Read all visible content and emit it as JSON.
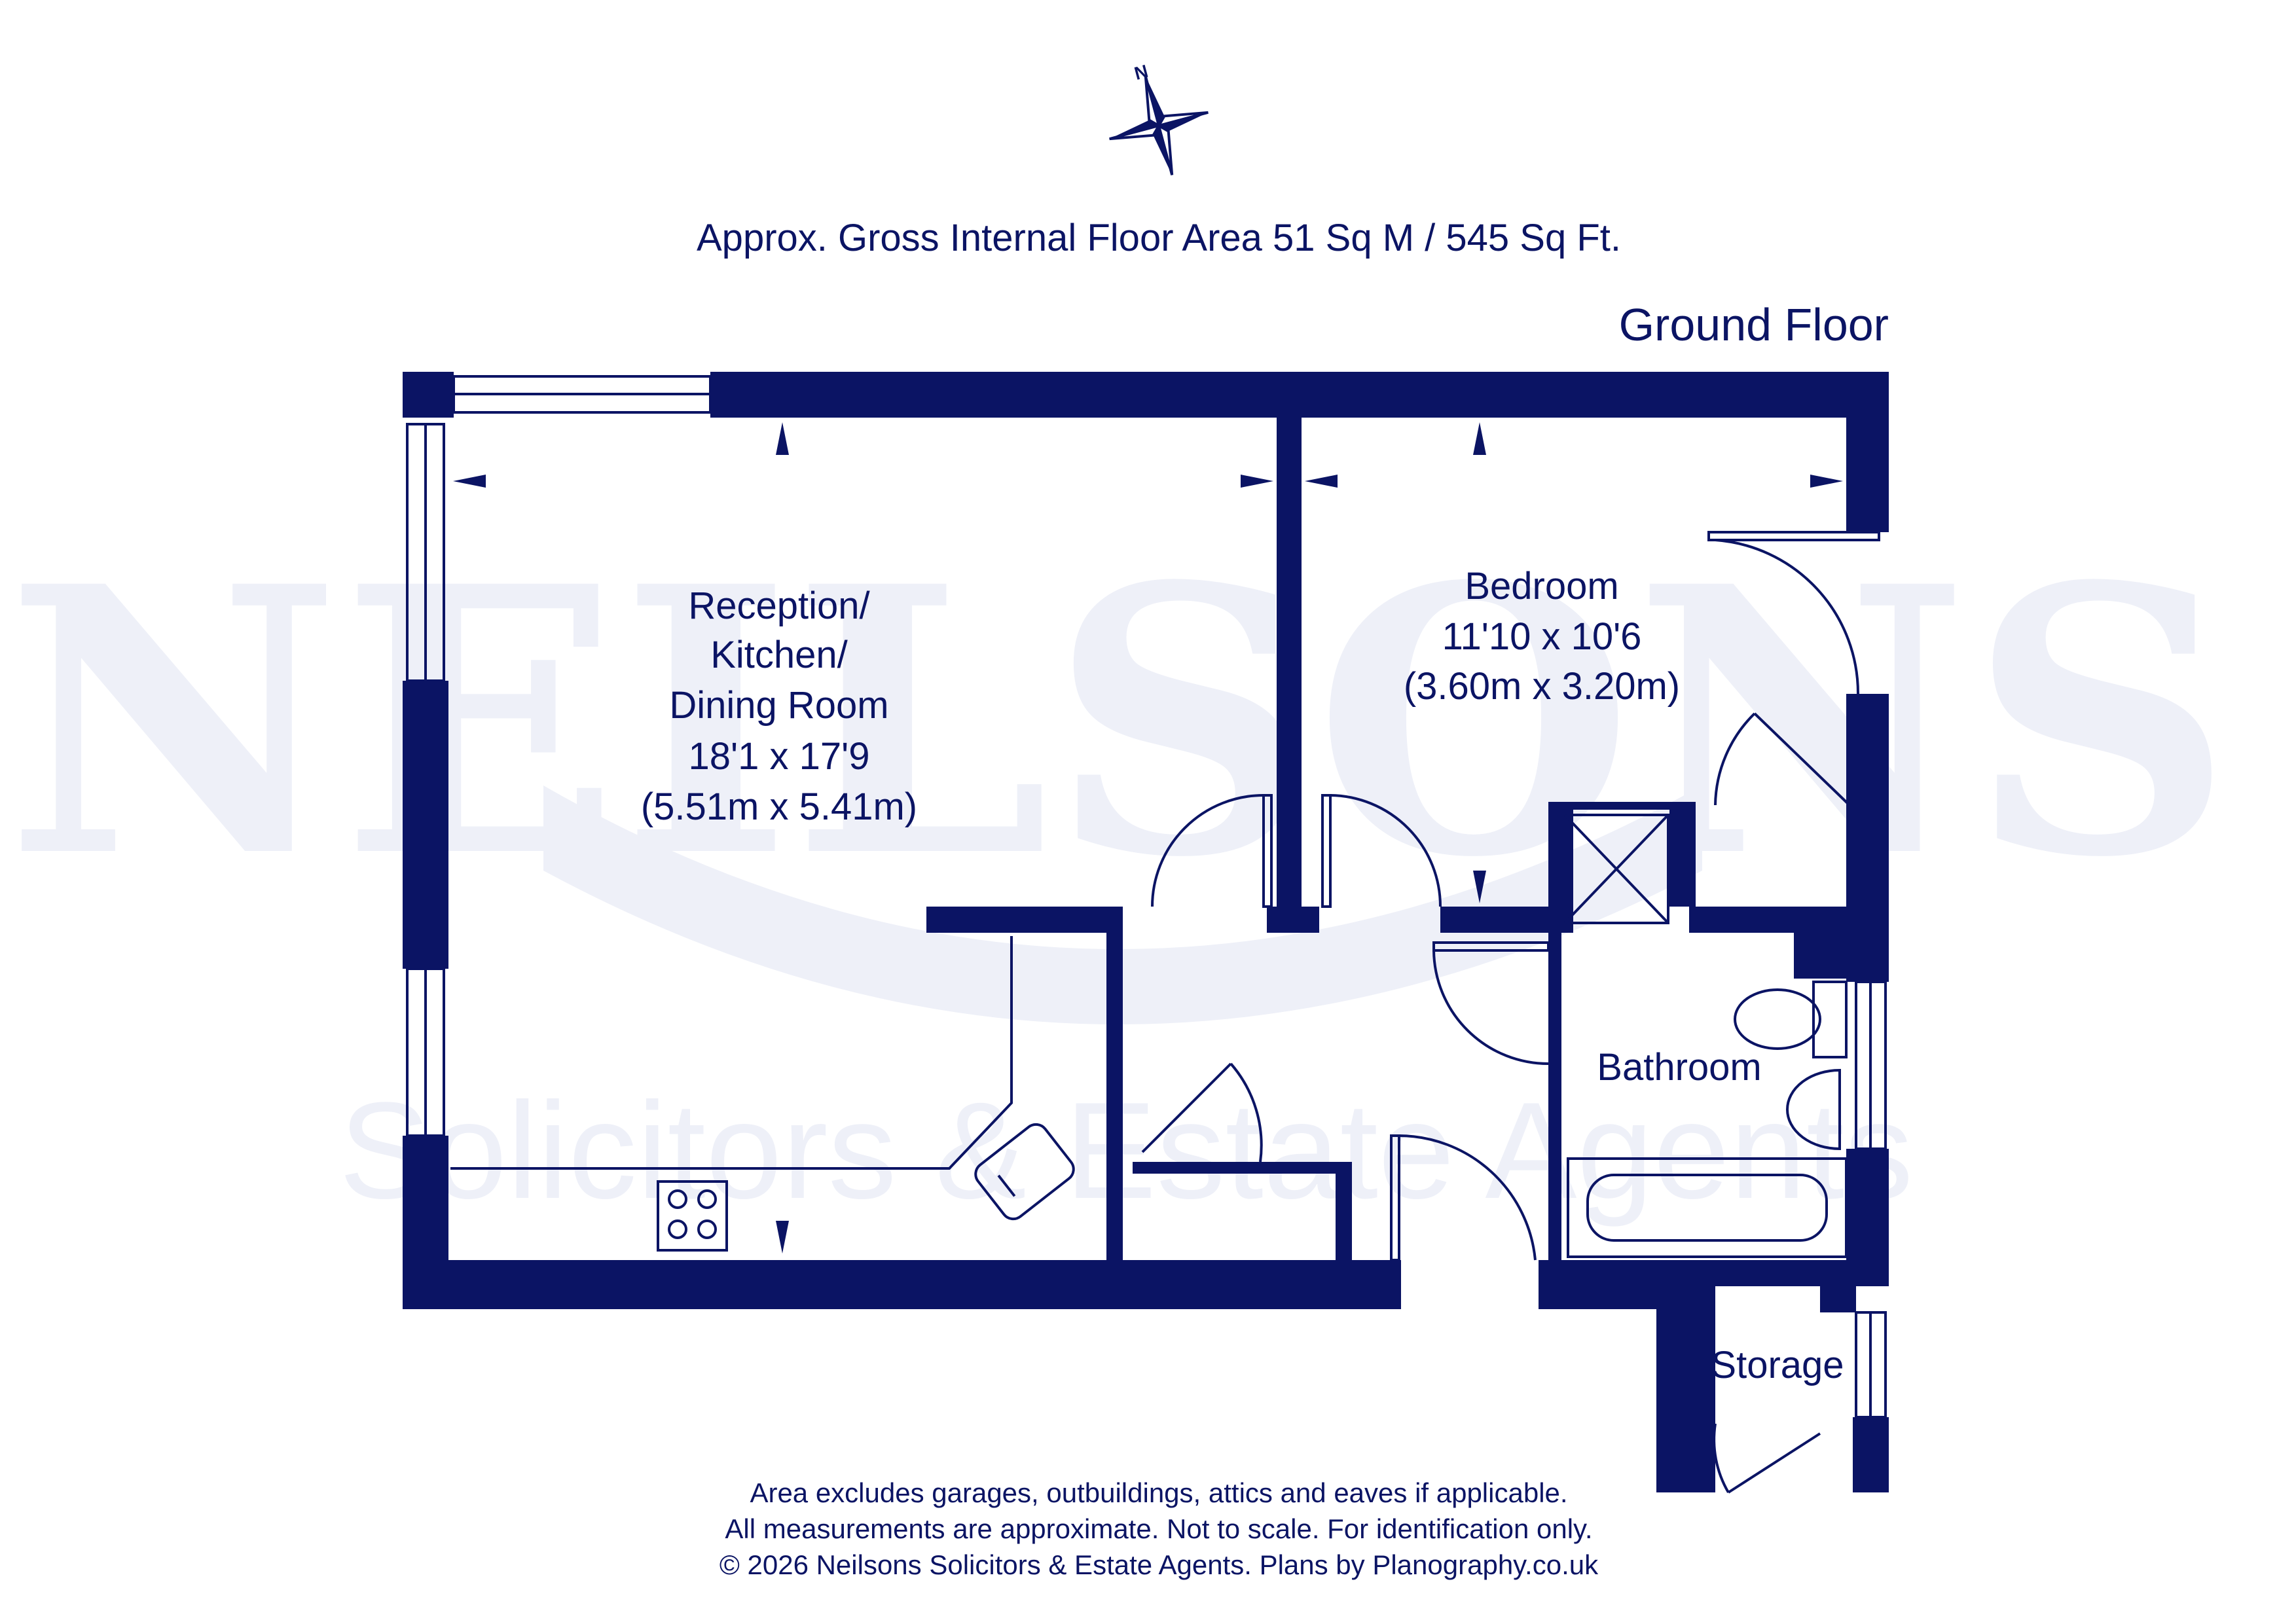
{
  "header": {
    "area_text": "Approx. Gross Internal Floor Area 51 Sq M / 545 Sq Ft.",
    "floor_label": "Ground Floor"
  },
  "compass": {
    "north_label": "N"
  },
  "watermark": {
    "brand": "NEILSONS",
    "tagline": "Solicitors & Estate Agents"
  },
  "rooms": {
    "reception": {
      "name_lines": [
        "Reception/",
        "Kitchen/",
        "Dining Room"
      ],
      "imperial": "18'1 x 17'9",
      "metric": "(5.51m x 5.41m)"
    },
    "bedroom": {
      "name": "Bedroom",
      "imperial": "11'10 x 10'6",
      "metric": "(3.60m x 3.20m)"
    },
    "bathroom": {
      "name": "Bathroom"
    },
    "storage": {
      "name": "Storage"
    }
  },
  "footer": {
    "line1": "Area excludes garages, outbuildings, attics and eaves if applicable.",
    "line2": "All measurements are approximate. Not to scale. For identification only.",
    "line3": "© 2026 Neilsons Solicitors & Estate Agents. Plans by Planography.co.uk"
  },
  "colors": {
    "wall": "#0b1464",
    "watermark": "#eef0f8",
    "background": "#ffffff"
  }
}
